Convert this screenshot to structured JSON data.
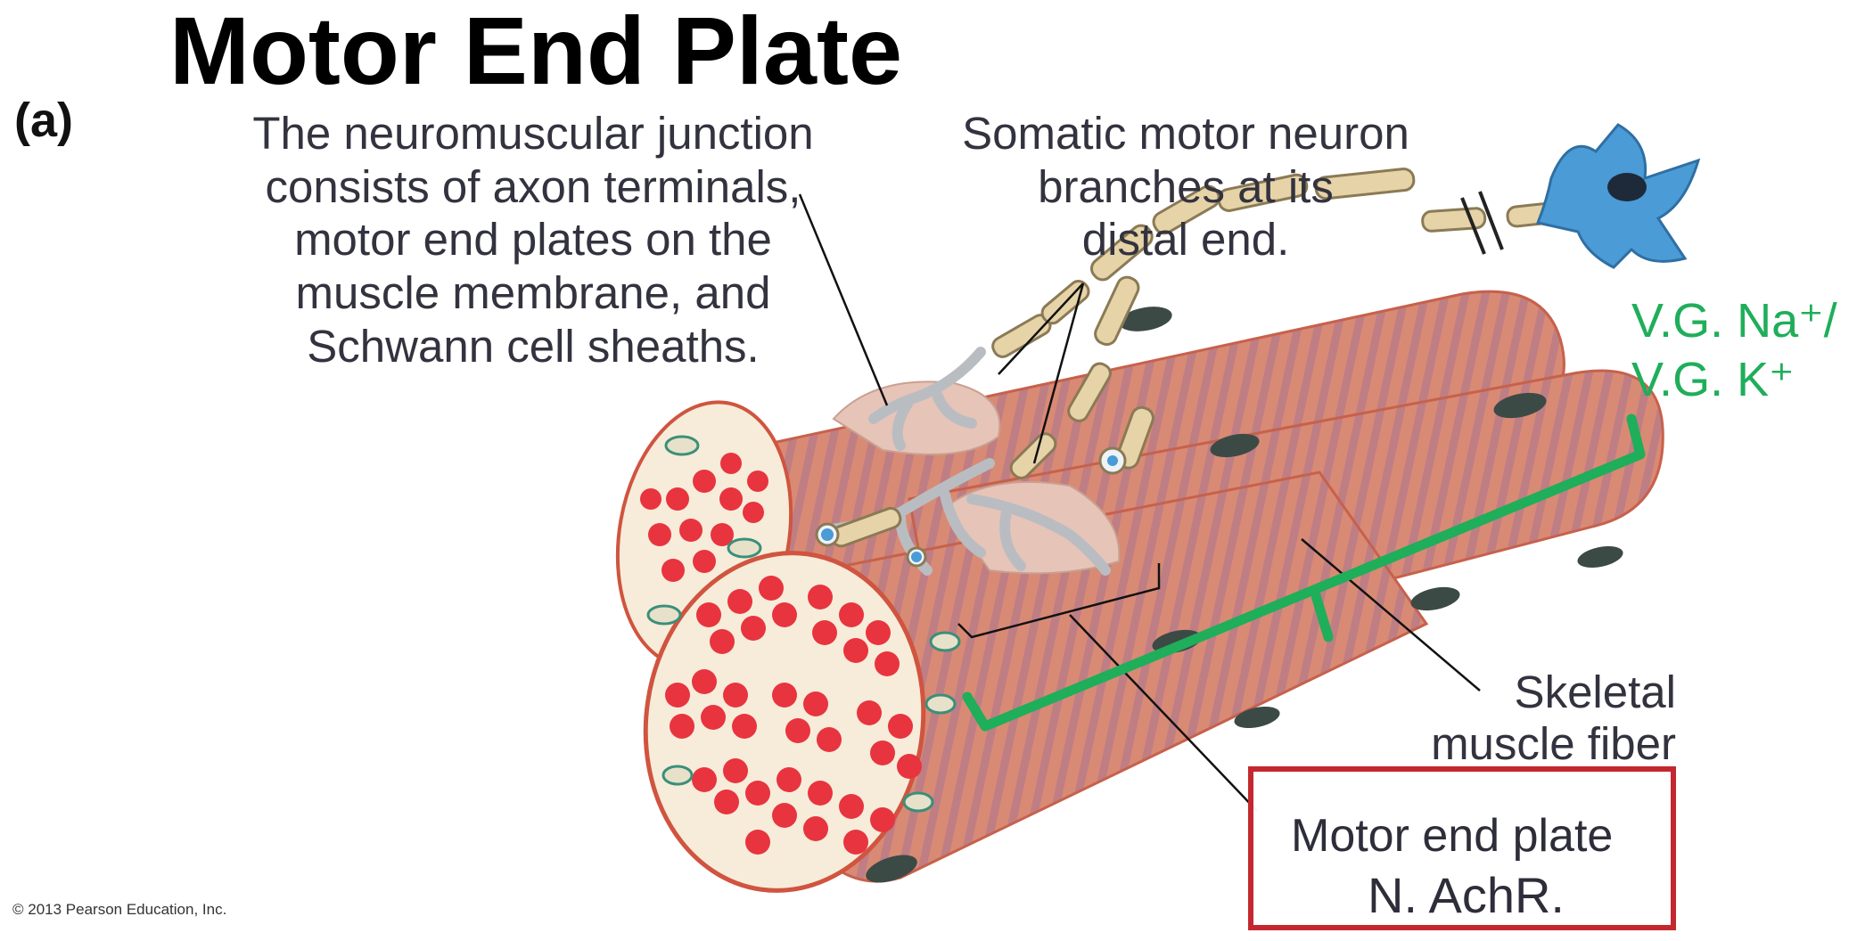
{
  "title": "Motor End Plate",
  "panel_label": "(a)",
  "labels": {
    "nmj": [
      "The neuromuscular junction",
      "consists of axon terminals,",
      "motor end plates on the",
      "muscle membrane, and",
      "Schwann cell sheaths."
    ],
    "somatic": [
      "Somatic motor neuron",
      "branches at its",
      "distal end."
    ],
    "skeletal": [
      "Skeletal",
      "muscle fiber"
    ],
    "channels": [
      "V.G. Na⁺/",
      "V.G. K⁺"
    ],
    "motor_end_plate": [
      "Motor end plate",
      "N. AchR."
    ]
  },
  "copyright": "© 2013 Pearson Education, Inc.",
  "colors": {
    "muscle": "#d8826b",
    "striation": "#9a6f9a",
    "myofibril": "#e8343f",
    "neuron": "#4a9bd6",
    "myelin": "#e6d3a8",
    "axon_terminal": "#bfc2c5",
    "channel_bracket": "#1fae5a",
    "box_border": "#c4282f"
  }
}
